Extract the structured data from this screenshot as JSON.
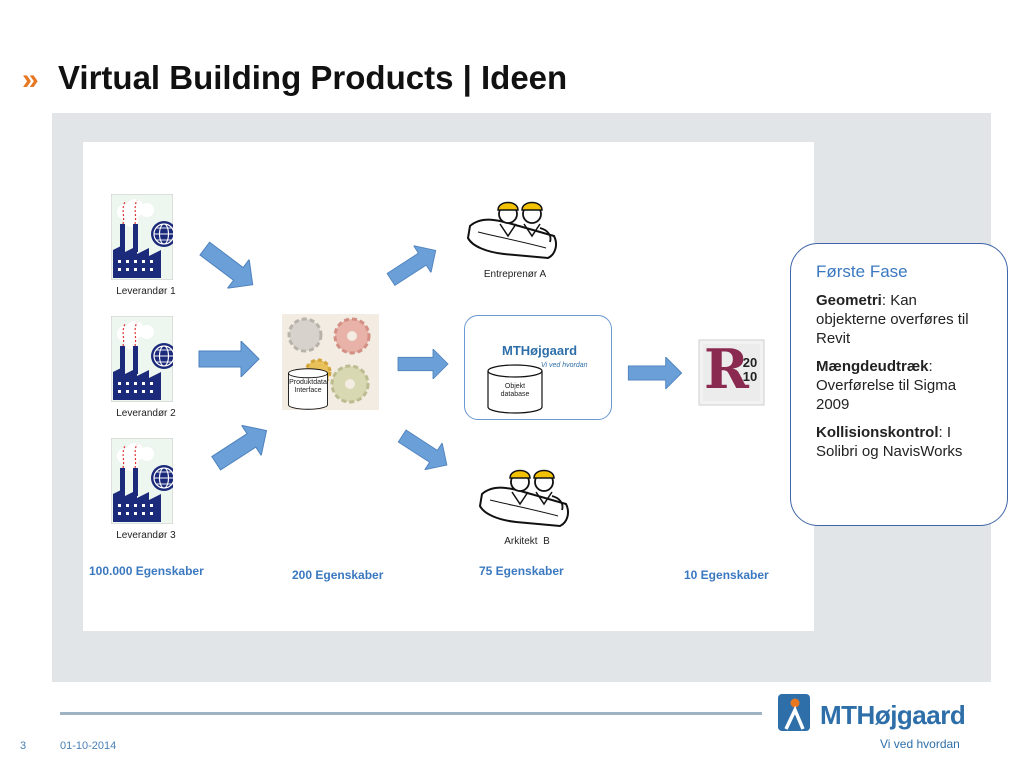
{
  "slide": {
    "title_mark": "»",
    "title": "Virtual Building Products | Ideen",
    "page_number": "3",
    "date": "01-10-2014"
  },
  "diagram": {
    "suppliers": [
      {
        "label": "Leverandør 1"
      },
      {
        "label": "Leverandør 2"
      },
      {
        "label": "Leverandør 3"
      }
    ],
    "interface_label": "Produktdata Interface",
    "database_label": "Objekt database",
    "contractor_label": "Entreprenør A",
    "architect_label": "Arkitekt  B",
    "revit_badge": "20 10",
    "revit_letter": "R",
    "mth_box_logo": "MTHøjgaard",
    "mth_box_tagline": "Vi ved hvordan",
    "properties": {
      "suppliers": "100.000 Egenskaber",
      "interface": "200 Egenskaber",
      "database": "75 Egenskaber",
      "revit": "10 Egenskaber"
    }
  },
  "side_box": {
    "phase_title": "Første Fase",
    "items": [
      {
        "term": "Geometri",
        "text": ": Kan objekterne overføres til Revit"
      },
      {
        "term": "Mængdeudtræk",
        "text": ": Overførelse til Sigma 2009"
      },
      {
        "term": "Kollisionskontrol",
        "text": ": I Solibri og NavisWorks"
      }
    ]
  },
  "footer": {
    "logo": "MTHøjgaard",
    "tagline": "Vi ved hvordan"
  },
  "colors": {
    "accent_orange": "#e87722",
    "brand_blue": "#2e6fa9",
    "arrow_blue": "#6a9fd8",
    "factory_navy": "#1b2a7a"
  }
}
